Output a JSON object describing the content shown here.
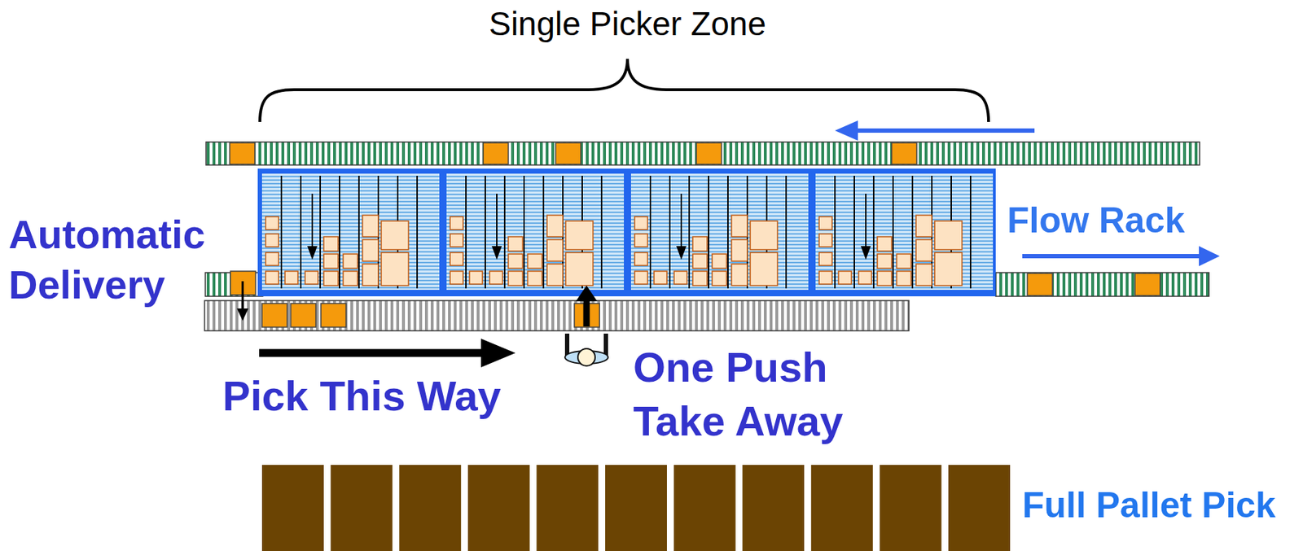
{
  "diagram": {
    "title": "Single Picker Zone",
    "labels": [
      "Automatic Delivery",
      "Flow Rack",
      "Pick This Way",
      "One Push Take Away",
      "Full Pallet Pick"
    ]
  }
}
